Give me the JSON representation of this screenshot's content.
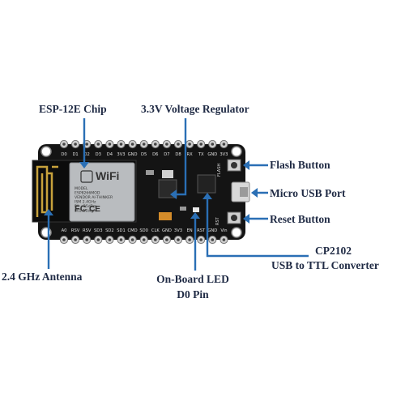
{
  "labels": {
    "esp_chip": "ESP-12E Chip",
    "regulator": "3.3V Voltage Regulator",
    "flash_button": "Flash Button",
    "micro_usb": "Micro USB Port",
    "reset_button": "Reset Button",
    "cp2102_line1": "CP2102",
    "cp2102_line2": "USB to TTL Converter",
    "antenna": "2.4 GHz Antenna",
    "led_line1": "On-Board LED",
    "led_line2": "D0 Pin"
  },
  "board": {
    "top_pins": [
      "D0",
      "D1",
      "D2",
      "D3",
      "D4",
      "3V3",
      "GND",
      "D5",
      "D6",
      "D7",
      "D8",
      "RX",
      "TX",
      "GND",
      "3V3"
    ],
    "bottom_pins": [
      "A0",
      "RSV",
      "RSV",
      "SD3",
      "SD2",
      "SD1",
      "CMD",
      "SD0",
      "CLK",
      "GND",
      "3V3",
      "EN",
      "RST",
      "GND",
      "Vin"
    ],
    "module_brand": "WiFi",
    "module_text": [
      "MODEL",
      "ESP8266MOD",
      "VENDOR AI-THINKER",
      "ISM 2.4GHz",
      "PA +25dBm",
      "802.11b/g/n"
    ],
    "btn_flash": "FLASH",
    "btn_rst": "RST"
  },
  "colors": {
    "label_text": "#1f2a44",
    "arrow": "#2a6fb5",
    "board": "#141414",
    "shield": "#b9bcbf",
    "header_pins": "#c9c9c9"
  }
}
